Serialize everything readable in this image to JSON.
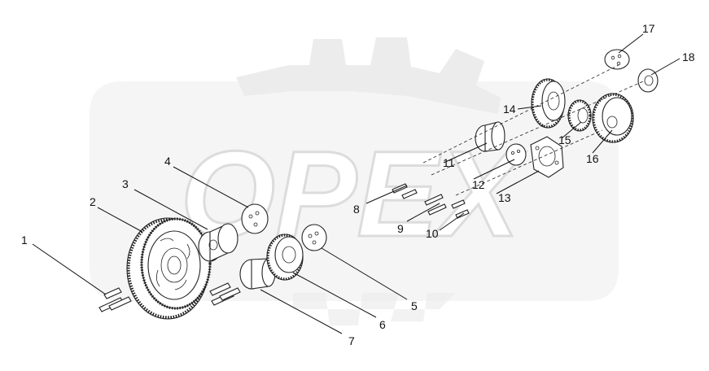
{
  "watermark": {
    "text": "OPEX"
  },
  "callouts": [
    {
      "id": 1,
      "label": "1"
    },
    {
      "id": 2,
      "label": "2"
    },
    {
      "id": 3,
      "label": "3"
    },
    {
      "id": 4,
      "label": "4"
    },
    {
      "id": 5,
      "label": "5"
    },
    {
      "id": 6,
      "label": "6"
    },
    {
      "id": 7,
      "label": "7"
    },
    {
      "id": 8,
      "label": "8"
    },
    {
      "id": 9,
      "label": "9"
    },
    {
      "id": 10,
      "label": "10"
    },
    {
      "id": 11,
      "label": "11"
    },
    {
      "id": 12,
      "label": "12"
    },
    {
      "id": 13,
      "label": "13"
    },
    {
      "id": 14,
      "label": "14"
    },
    {
      "id": 15,
      "label": "15"
    },
    {
      "id": 16,
      "label": "16"
    },
    {
      "id": 17,
      "label": "17"
    },
    {
      "id": 18,
      "label": "18"
    }
  ]
}
